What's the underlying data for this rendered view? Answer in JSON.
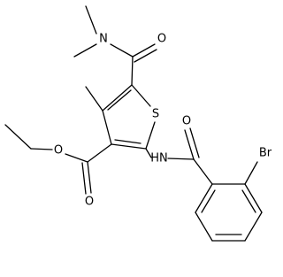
{
  "atoms": {
    "n_amide": "N",
    "o_amide": "O",
    "s_ring": "S",
    "o_ester_carbonyl": "O",
    "o_ester_ether": "O",
    "nh": "HN",
    "o_benzoyl": "O",
    "br": "Br"
  },
  "colors": {
    "bond": "#000000",
    "text": "#000000",
    "background": "#ffffff"
  }
}
